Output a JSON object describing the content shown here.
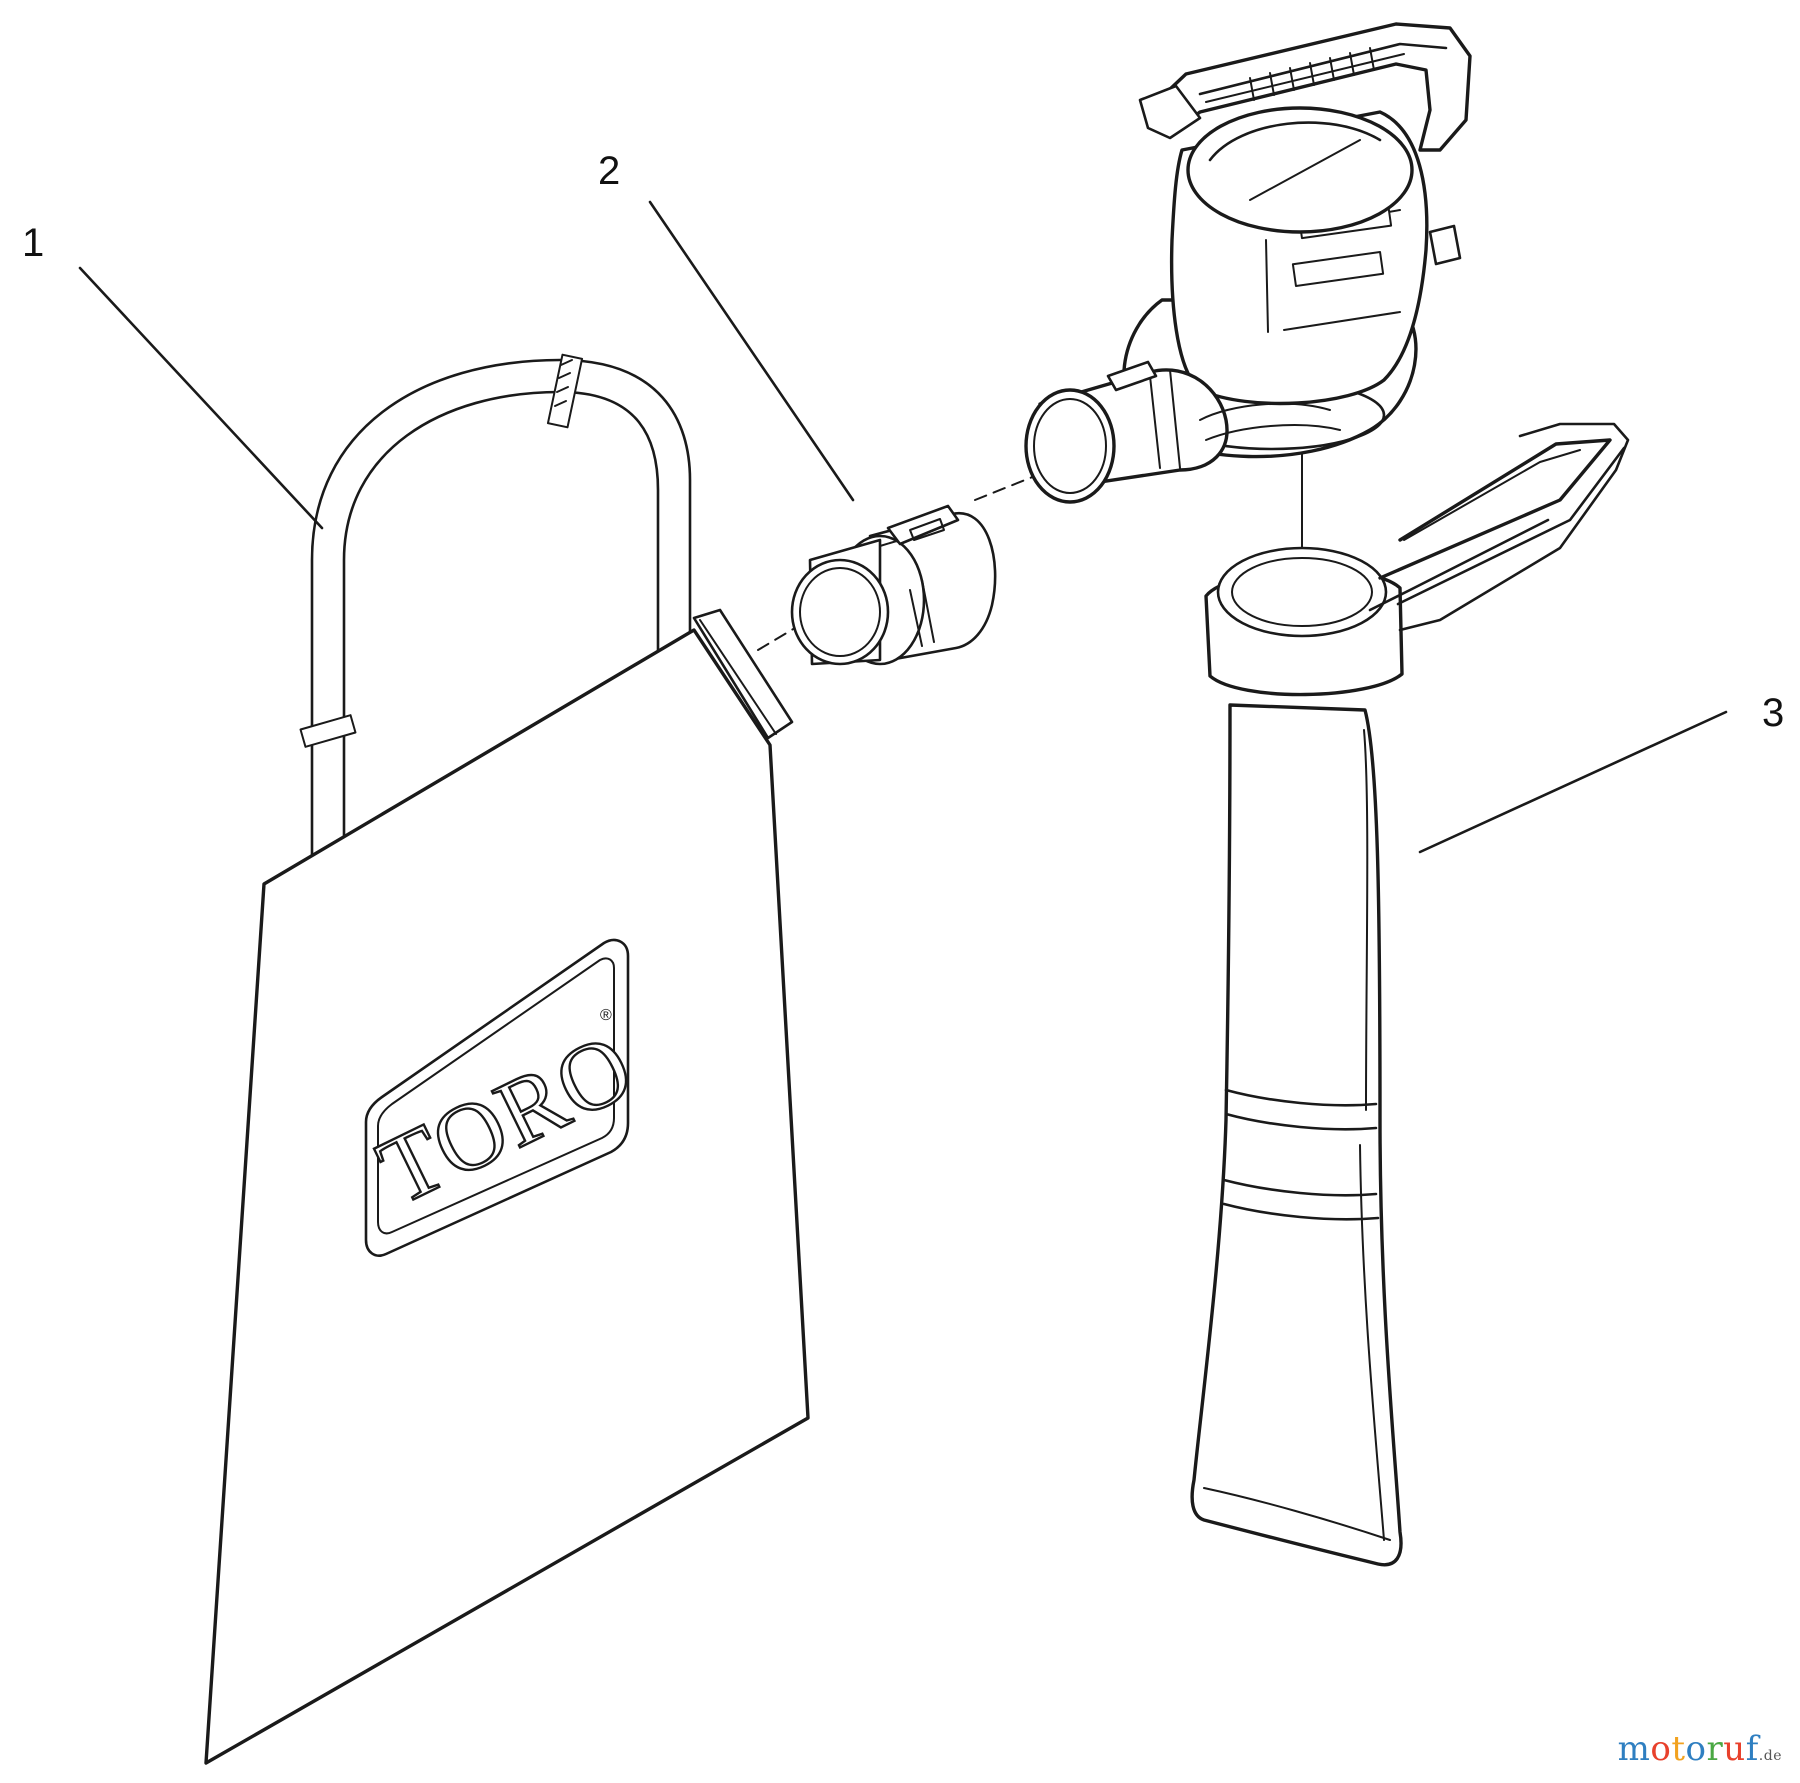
{
  "callouts": [
    {
      "id": "1",
      "label": "1",
      "part": "collection-bag"
    },
    {
      "id": "2",
      "label": "2",
      "part": "adapter"
    },
    {
      "id": "3",
      "label": "3",
      "part": "vacuum-tube"
    }
  ],
  "logo": {
    "text": "TORO",
    "mark": "®"
  },
  "watermark": {
    "letters": [
      {
        "char": "m",
        "color": "#2f7fc1"
      },
      {
        "char": "o",
        "color": "#e8412c"
      },
      {
        "char": "t",
        "color": "#f2a21f"
      },
      {
        "char": "o",
        "color": "#2f7fc1"
      },
      {
        "char": "r",
        "color": "#4aa843"
      },
      {
        "char": "u",
        "color": "#e8412c"
      },
      {
        "char": "f",
        "color": "#2f7fc1"
      }
    ],
    "suffix": ".de"
  },
  "colors": {
    "line": "#1a1a1a",
    "background": "#ffffff"
  }
}
